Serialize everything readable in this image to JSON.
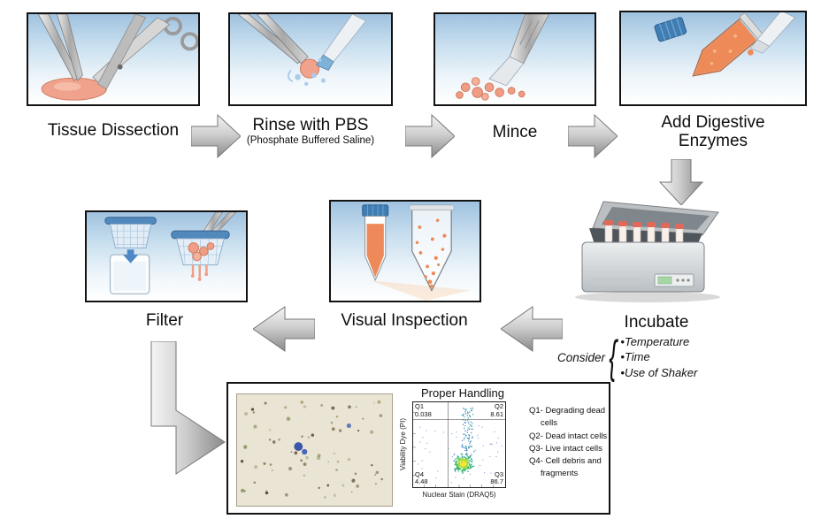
{
  "diagram": {
    "steps": [
      {
        "label": "Tissue Dissection"
      },
      {
        "label": "Rinse with PBS",
        "sublabel": "(Phosphate Buffered Saline)"
      },
      {
        "label": "Mince"
      },
      {
        "label": "Add Digestive Enzymes"
      },
      {
        "label": "Incubate"
      },
      {
        "label": "Visual Inspection"
      },
      {
        "label": "Filter"
      }
    ],
    "consider": {
      "label": "Consider",
      "brace": "{",
      "items": [
        "•Temperature",
        "•Time",
        "•Use of Shaker"
      ]
    },
    "proper_handling": {
      "title": "Proper Handling",
      "flow_plot": {
        "type": "scatter",
        "xlabel": "Nuclear Stain (DRAQ5)",
        "ylabel": "Viability Dye (PI)",
        "quadrants": [
          {
            "id": "Q1",
            "value": "0.038"
          },
          {
            "id": "Q2",
            "value": "8.61"
          },
          {
            "id": "Q4",
            "value": "4.48"
          },
          {
            "id": "Q3",
            "value": "86.7"
          }
        ]
      },
      "legend": [
        "Q1- Degrading dead cells",
        "Q2- Dead intact cells",
        "Q3- Live intact cells",
        "Q4- Cell debris and fragments"
      ]
    }
  }
}
